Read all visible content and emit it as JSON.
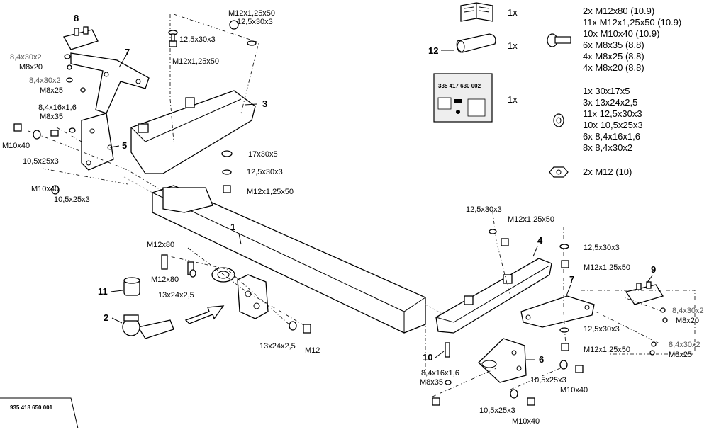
{
  "callouts": {
    "p1": "1",
    "p2": "2",
    "p3": "3",
    "p4": "4",
    "p5": "5",
    "p6": "6",
    "p7a": "7",
    "p7b": "7",
    "p8": "8",
    "p9": "9",
    "p10": "10",
    "p11": "11",
    "p12": "12"
  },
  "labels": {
    "tl_m12x125_50": "M12x1,25x50",
    "tl_12_5x30x3a": "12,5x30x3",
    "tl_12_5x30x3b": "12,5x30x3",
    "tl_m12x125_50b": "M12x1,25x50",
    "l_8_4x30x2a": "8,4x30x2",
    "l_m8x20a": "M8x20",
    "l_8_4x30x2b": "8,4x30x2",
    "l_m8x25a": "M8x25",
    "l_8_4x16x1_6a": "8,4x16x1,6",
    "l_m8x35a": "M8x35",
    "l_m10x40a": "M10x40",
    "l_10_5x25x3a": "10,5x25x3",
    "l_m10x40b": "M10x40",
    "l_10_5x25x3b": "10,5x25x3",
    "c_17x30x5": "17x30x5",
    "c_12_5x30x3": "12,5x30x3",
    "c_m12x125_50": "M12x1,25x50",
    "r_12_5x30x3a": "12,5x30x3",
    "r_m12x125_50a": "M12x1,25x50",
    "r_12_5x30x3b": "12,5x30x3",
    "r_m12x125_50b": "M12x1,25x50",
    "r_12_5x30x3c": "12,5x30x3",
    "r_m12x125_50c": "M12x1,25x50",
    "r_8_4x30x2a": "8,4x30x2",
    "r_m8x20": "M8x20",
    "r_8_4x30x2b": "8,4x30x2",
    "r_m8x25": "M8x25",
    "b_m12x80a": "M12x80",
    "b_m12x80b": "M12x80",
    "b_13x24x2_5a": "13x24x2,5",
    "b_13x24x2_5b": "13x24x2,5",
    "b_m12": "M12",
    "b_8_4x16x1_6": "8,4x16x1,6",
    "b_m8x35": "M8x35",
    "b_10_5x25x3a": "10,5x25x3",
    "b_m10x40a": "M10x40",
    "b_10_5x25x3b": "10,5x25x3",
    "b_m10x40b": "M10x40",
    "doc_code_bottom": "935 418 650 001",
    "card_code": "335 417 630 002"
  },
  "legend": {
    "book_qty": "1x",
    "sleeve_qty": "1x",
    "card_qty": "1x",
    "bolts": [
      "2x   M12x80 (10.9)",
      "11x  M12x1,25x50 (10.9)",
      "10x  M10x40 (10.9)",
      "6x   M8x35 (8.8)",
      "4x   M8x25 (8.8)",
      "4x   M8x20 (8.8)"
    ],
    "washers": [
      "1x   30x17x5",
      "3x   13x24x2,5",
      "11x  12,5x30x3",
      "10x  10,5x25x3",
      "6x   8,4x16x1,6",
      "8x   8,4x30x2"
    ],
    "nuts": [
      "2x   M12 (10)"
    ]
  }
}
